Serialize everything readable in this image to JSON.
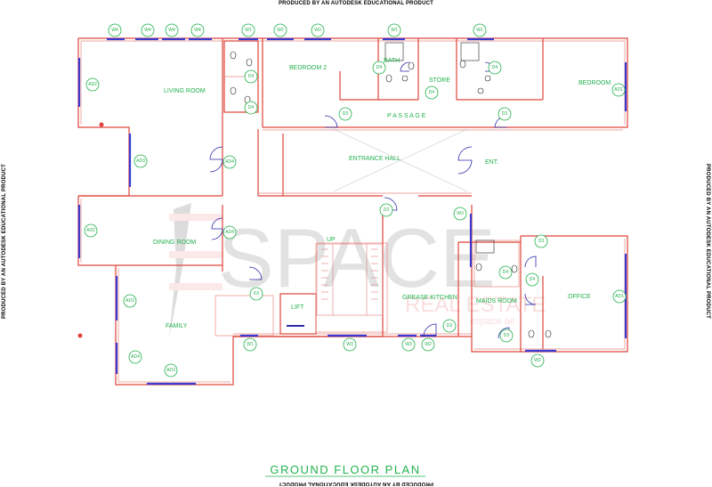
{
  "edge_text": {
    "top": "PRODUCED BY AN AUTODESK EDUCATIONAL PRODUCT",
    "bottom": "PRODUCED BY AN AUTODESK EDUCATIONAL PRODUCT",
    "left": "PRODUCED BY AN AUTODESK EDUCATIONAL PRODUCT",
    "right": "PRODUCED BY AN AUTODESK EDUCATIONAL PRODUCT"
  },
  "title": "GROUND FLOOR PLAN",
  "watermark": {
    "brand": "SPACE",
    "subtitle": "REAL ESTATE",
    "url": "espace.ae"
  },
  "rooms": {
    "living": "LIVING ROOM",
    "bedroom2": "BEDROOM 2",
    "bath": "BATH",
    "store": "STORE",
    "bedroom": "BEDROOM",
    "passage": "P A S S A G E",
    "entrance": "ENTRANCE HALL",
    "ent": "ENT.",
    "dining": "DINING ROOM",
    "up": "UP",
    "family": "FAMILY",
    "lift": "LIFT",
    "kitchen": "GREASE KITCHEN",
    "maids": "MAIDS ROOM",
    "office": "OFFICE"
  },
  "tags": {
    "w4": "W4",
    "w1": "W1",
    "w2": "W2",
    "w3": "W3",
    "d1": "D1",
    "d2": "D2",
    "d3": "D3",
    "d4": "D4",
    "ad1": "AD1",
    "ad2": "AD2",
    "ad3": "AD3",
    "ad4": "AD4"
  }
}
